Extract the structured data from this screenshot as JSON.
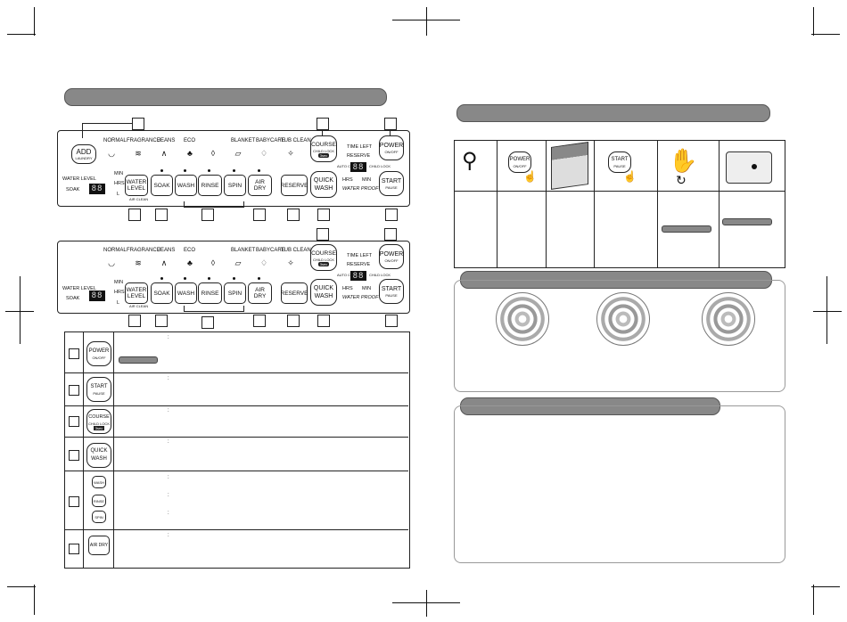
{
  "panel": {
    "programs": [
      "NORMAL",
      "FRAGRANCE",
      "JEANS",
      "ECO",
      "BLANKET",
      "BABYCARE",
      "TUB CLEAN"
    ],
    "add_laundry": [
      "ADD",
      "LAUNDRY"
    ],
    "water_level_label": "WATER LEVEL",
    "soak_label": "SOAK",
    "display": "88",
    "level_marks": [
      "MIN",
      "HRS",
      "L"
    ],
    "water_level_button": [
      "WATER",
      "LEVEL"
    ],
    "air_clean": "AIR CLEAN",
    "soak": "SOAK",
    "wash": "WASH",
    "rinse": "RINSE",
    "spin": "SPIN",
    "air_dry": "AIR DRY",
    "reserve": "RESERVE",
    "course": "COURSE",
    "child_lock": "CHILD LOCK",
    "quick_wash": [
      "QUICK",
      "WASH"
    ],
    "auto_clean": "AUTO CLEAN",
    "time_left": "TIME LEFT",
    "reserve_label": "RESERVE",
    "hrs": "HRS",
    "min": "MIN",
    "water_proof": "WATER PROOF",
    "child_lock_right": "CHILD LOCK",
    "power": "POWER",
    "on_off": "ON/OFF",
    "start": "START",
    "pause": "PAUSE",
    "sec": "3sec"
  },
  "table_rows": [
    {
      "label": "POWER",
      "sub": "ON/OFF"
    },
    {
      "label": "START",
      "sub": "PAUSE"
    },
    {
      "label": "COURSE",
      "sub": "CHILD LOCK"
    },
    {
      "label": "QUICK WASH",
      "sub": ""
    },
    {
      "label": "WASH / RINSE / SPIN",
      "sub": ""
    },
    {
      "label": "AIR DRY",
      "sub": ""
    }
  ],
  "steps": {
    "power": "POWER",
    "power_sub": "ON/OFF",
    "start": "START",
    "start_sub": "PAUSE"
  },
  "colons": [
    ":",
    ":",
    ":",
    ":",
    ":",
    ":",
    ":",
    ":"
  ]
}
